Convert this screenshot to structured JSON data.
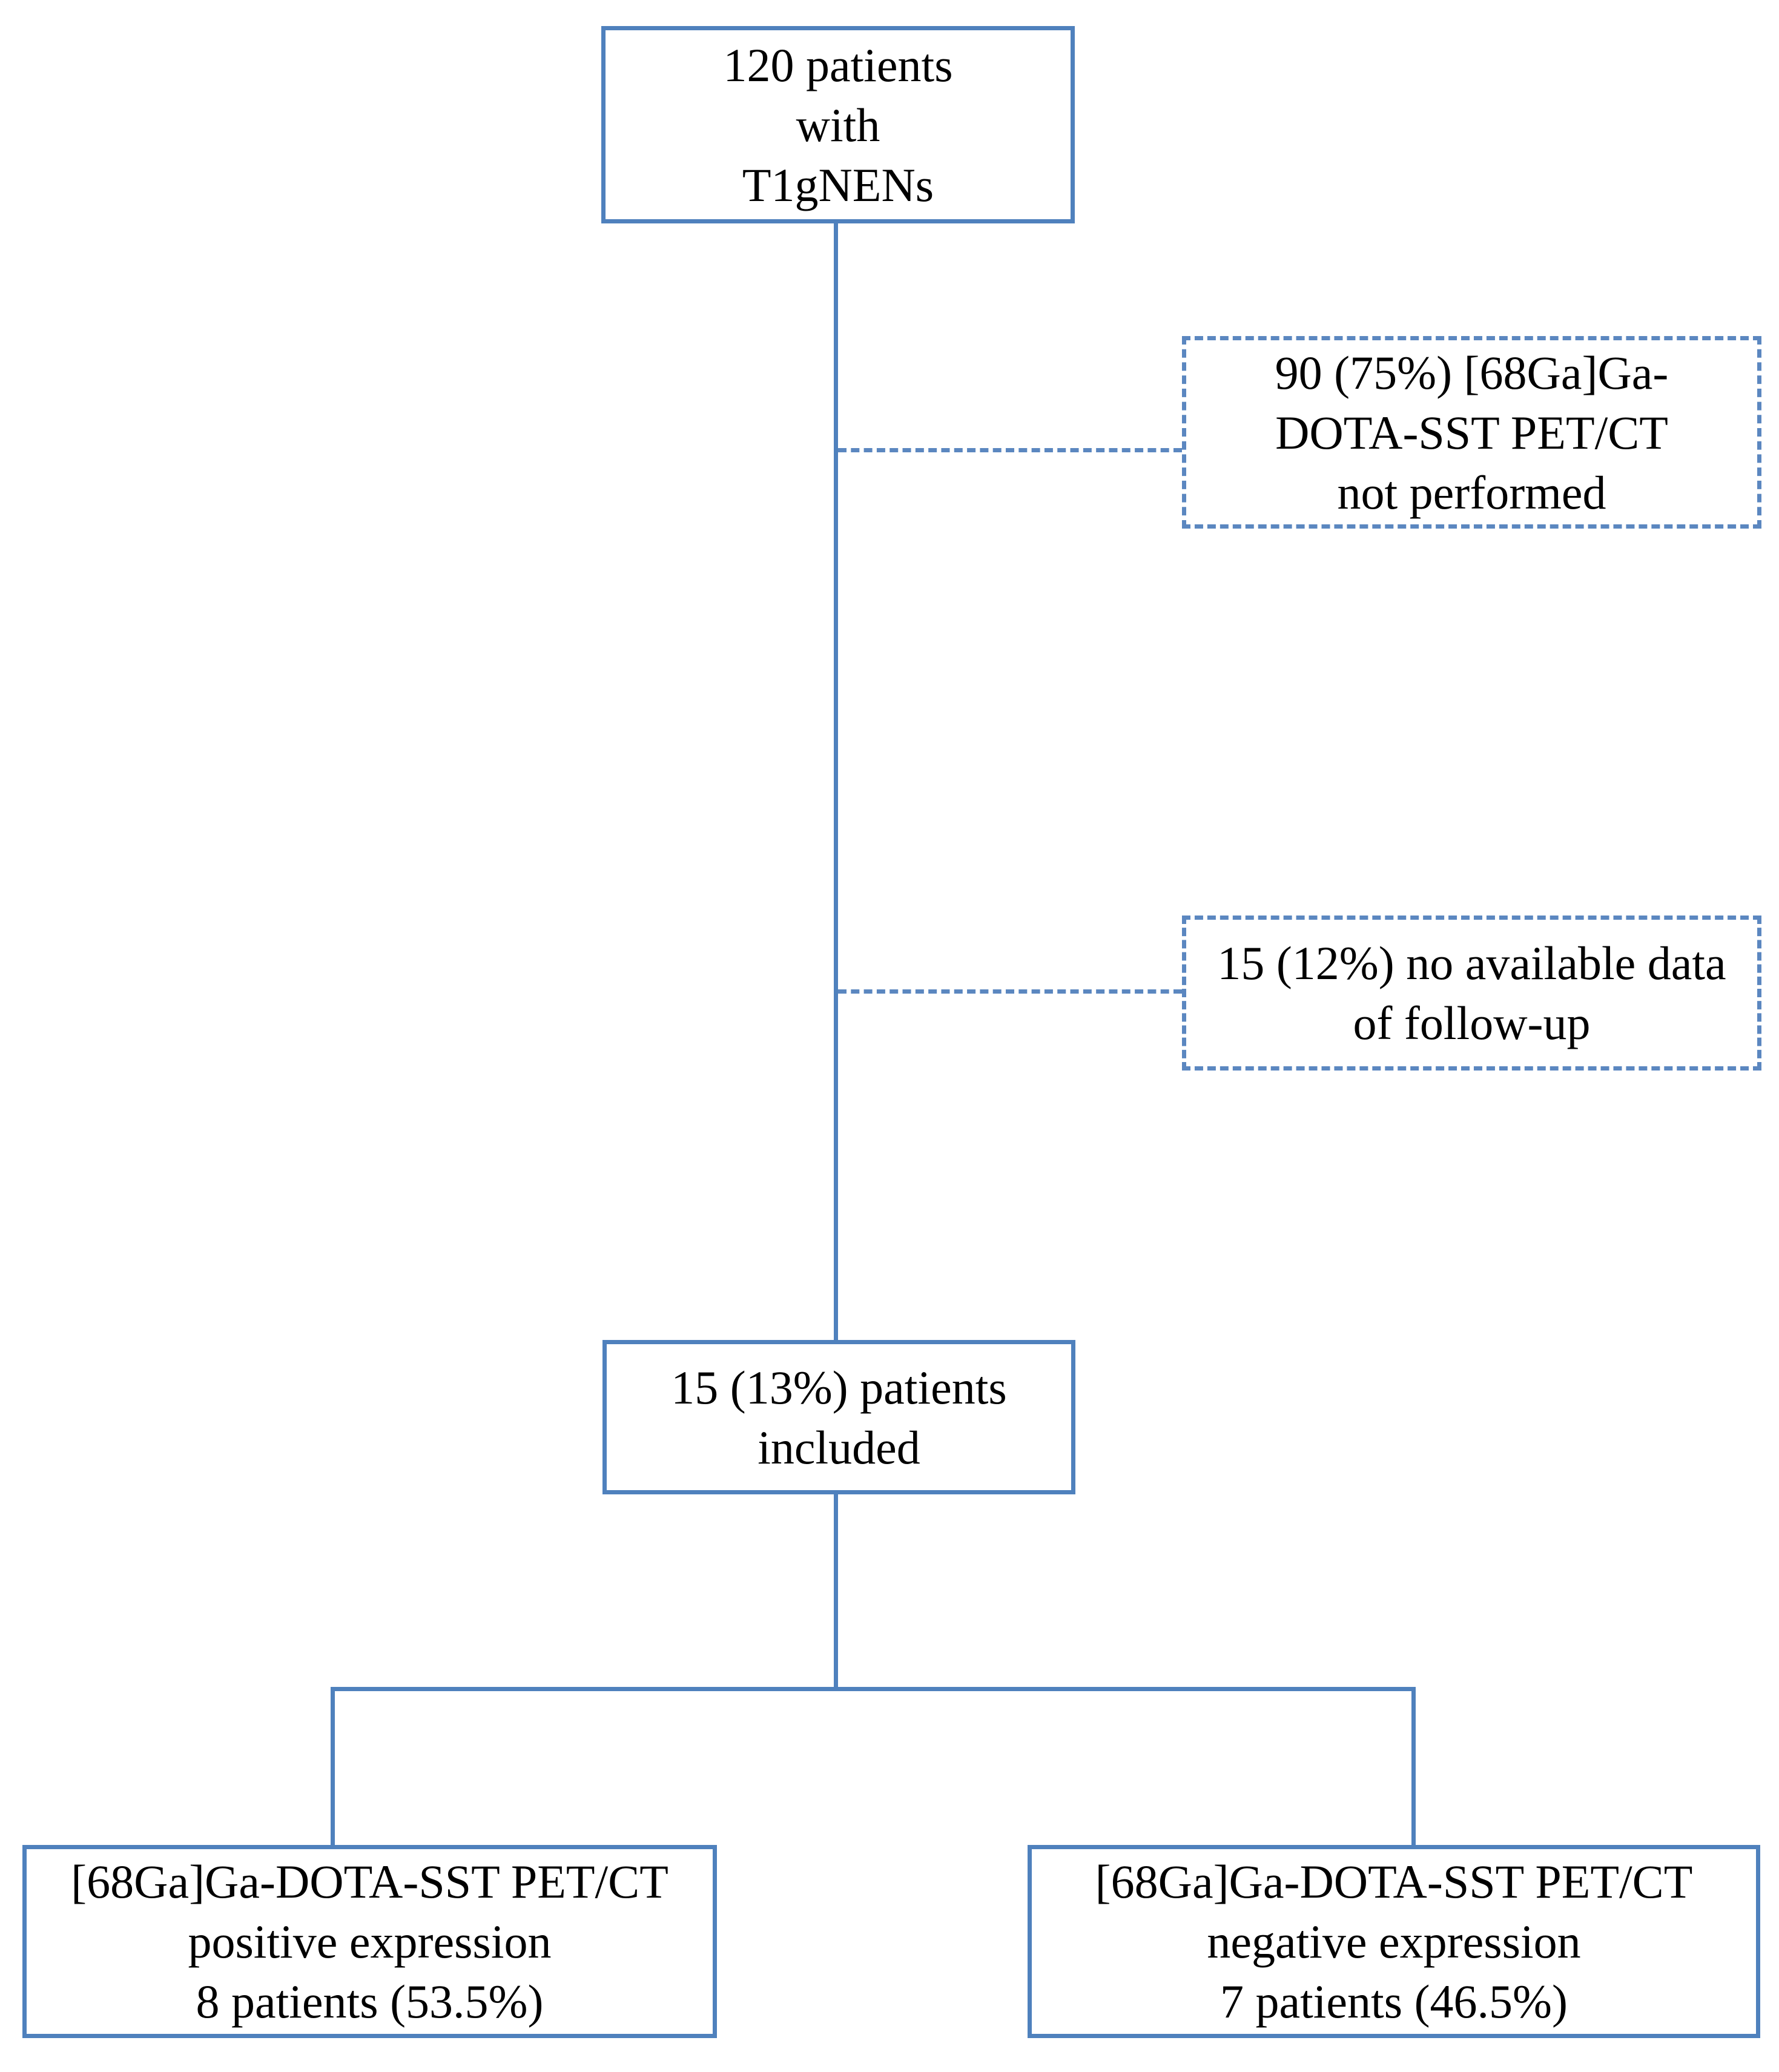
{
  "figure": {
    "type": "patient-flow-diagram",
    "background_color": "#ffffff",
    "accent_color": "#4f81bd",
    "dashed_color": "#5b87c0",
    "text_color": "#000000",
    "nodes": {
      "total": {
        "lines": [
          "120 patients",
          "with",
          "T1gNENs"
        ],
        "border": "solid"
      },
      "not_performed": {
        "lines": [
          "90 (75%) [68Ga]Ga-",
          "DOTA-SST PET/CT",
          "not performed"
        ],
        "border": "dashed"
      },
      "no_followup": {
        "lines": [
          "15 (12%) no available data",
          "of follow-up"
        ],
        "border": "dashed"
      },
      "included": {
        "lines": [
          "15 (13%) patients",
          "included"
        ],
        "border": "solid"
      },
      "pet_positive": {
        "lines": [
          "[68Ga]Ga-DOTA-SST PET/CT",
          "positive expression",
          "8 patients (53.5%)"
        ],
        "border": "solid"
      },
      "pet_negative": {
        "lines": [
          "[68Ga]Ga-DOTA-SST PET/CT",
          "negative expression",
          "7 patients (46.5%)"
        ],
        "border": "solid"
      }
    },
    "connectors": [
      {
        "from": "total",
        "to": "included",
        "style": "solid-vertical"
      },
      {
        "from": "trunk",
        "to": "not_performed",
        "style": "dashed-horizontal"
      },
      {
        "from": "trunk",
        "to": "no_followup",
        "style": "dashed-horizontal"
      },
      {
        "from": "included",
        "to": "pet_positive",
        "style": "solid-elbow"
      },
      {
        "from": "included",
        "to": "pet_negative",
        "style": "solid-elbow"
      }
    ]
  }
}
